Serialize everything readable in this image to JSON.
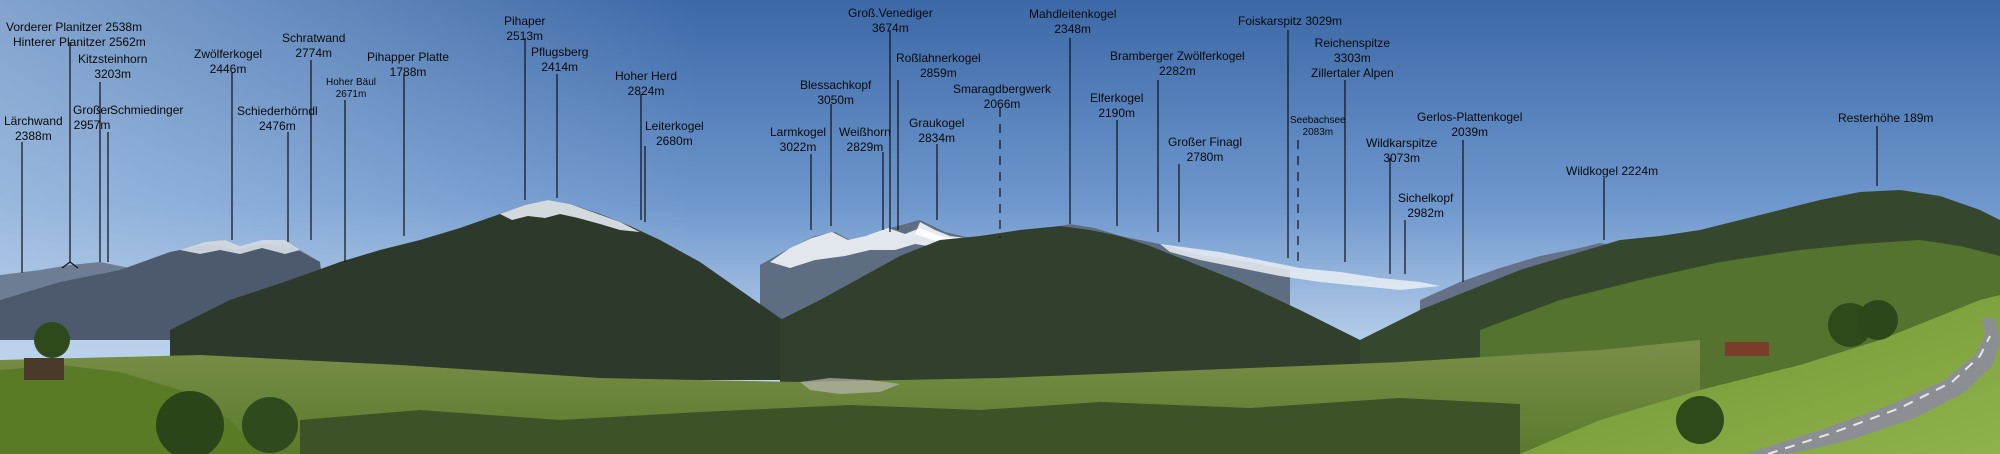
{
  "panorama": {
    "labels": [
      {
        "name": "Vorderer Planitzer",
        "elevation": "2538m"
      },
      {
        "name": "Hinterer Planitzer",
        "elevation": "2562m"
      },
      {
        "name": "Kitzsteinhorn",
        "elevation": "3203m"
      },
      {
        "name": "Lärchwand",
        "elevation": "2388m"
      },
      {
        "name": "Großer",
        "elevation": "2957m"
      },
      {
        "name": "Schmiedinger",
        "elevation": ""
      },
      {
        "name": "Zwölferkogel",
        "elevation": "2446m"
      },
      {
        "name": "Schratwand",
        "elevation": "2774m"
      },
      {
        "name": "Schiederhörndl",
        "elevation": "2476m"
      },
      {
        "name": "Hoher Bäul",
        "elevation": "2671m"
      },
      {
        "name": "Pihapper Platte",
        "elevation": "1788m"
      },
      {
        "name": "Pihaper",
        "elevation": "2513m"
      },
      {
        "name": "Pflugsberg",
        "elevation": "2414m"
      },
      {
        "name": "Hoher Herd",
        "elevation": "2824m"
      },
      {
        "name": "Leiterkogel",
        "elevation": "2680m"
      },
      {
        "name": "Groß.Venediger",
        "elevation": "3674m"
      },
      {
        "name": "Roßlahnerkogel",
        "elevation": "2859m"
      },
      {
        "name": "Blessachkopf",
        "elevation": "3050m"
      },
      {
        "name": "Larmkogel",
        "elevation": "3022m"
      },
      {
        "name": "Weißhorn",
        "elevation": "2829m"
      },
      {
        "name": "Graukogel",
        "elevation": "2834m"
      },
      {
        "name": "Smaragdbergwerk",
        "elevation": "2066m"
      },
      {
        "name": "Mahdleitenkogel",
        "elevation": "2348m"
      },
      {
        "name": "Elferkogel",
        "elevation": "2190m"
      },
      {
        "name": "Bramberger Zwölferkogel",
        "elevation": "2282m"
      },
      {
        "name": "Großer Finagl",
        "elevation": "2780m"
      },
      {
        "name": "Foiskarspitz",
        "elevation": "3029m"
      },
      {
        "name": "Seebachsee",
        "elevation": "2083m"
      },
      {
        "name": "Reichenspitze",
        "elevation": "3303m"
      },
      {
        "name": "Zillertaler Alpen",
        "elevation": ""
      },
      {
        "name": "Wildkarspitze",
        "elevation": "3073m"
      },
      {
        "name": "Sichelkopf",
        "elevation": "2982m"
      },
      {
        "name": "Gerlos-Plattenkogel",
        "elevation": "2039m"
      },
      {
        "name": "Wildkogel",
        "elevation": "2224m"
      },
      {
        "name": "Resterhöhe",
        "elevation": "189m"
      }
    ]
  },
  "colors": {
    "sky_top": "#3f6aa8",
    "sky_horizon": "#c9dcef",
    "mountain_dark": "#2c3a2a",
    "mountain_far": "#5a6678",
    "snow": "#eef2f6",
    "meadow": "#7d9a3e",
    "road": "#8a8d92"
  }
}
